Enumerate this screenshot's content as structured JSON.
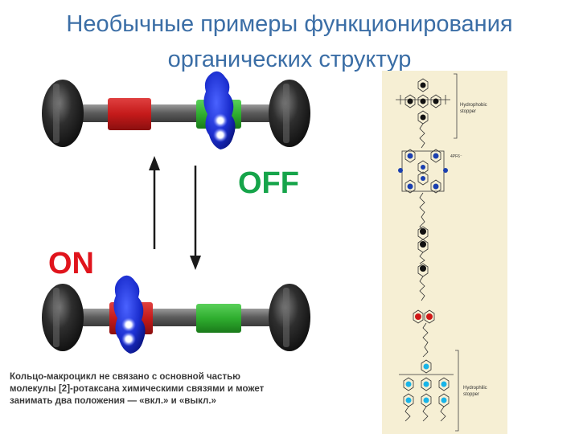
{
  "slide": {
    "title_line1": "Необычные примеры функционирования",
    "title_line2": "органических структур",
    "caption_line1": "Кольцо-макроцикл не связано с основной частью",
    "caption_line2": "молекулы [2]-ротаксана химическими связями и может",
    "caption_line3": "занимать два положения — «вкл.» и «выкл.»"
  },
  "switch_diagram": {
    "off_label": "OFF",
    "on_label": "ON",
    "colors": {
      "off": "#16a44a",
      "on": "#e0141c",
      "stopper": "#2a2a2a",
      "axle": "#6a6a6a",
      "red_station": "#c41a1a",
      "green_station": "#2fae2f",
      "ring": "#1c2fd0"
    }
  },
  "structure_diagram": {
    "top_label_line1": "Hydrophobic",
    "top_label_line2": "stopper",
    "bottom_label_line1": "Hydrophilic",
    "bottom_label_line2": "stopper",
    "charge_label": "4PF6⁻",
    "background": "#f6efd4"
  }
}
